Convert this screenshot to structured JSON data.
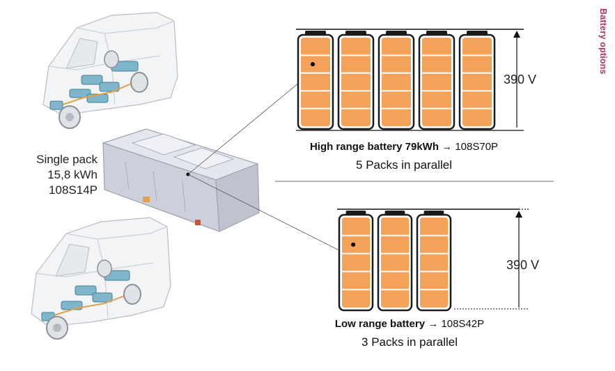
{
  "side_label": "Battery options",
  "single_pack": {
    "line1": "Single pack",
    "line2": "15,8 kWh",
    "line3": "108S14P"
  },
  "high_range": {
    "name": "High range battery 79kWh",
    "arrow": "→",
    "config": "108S70P",
    "packs": "5 Packs in parallel",
    "voltage": "390 V",
    "pack_count": 5
  },
  "low_range": {
    "name": "Low range battery",
    "arrow": "→",
    "config": "108S42P",
    "packs": "3 Packs in parallel",
    "voltage": "390 V",
    "pack_count": 3
  },
  "colors": {
    "cell_fill": "#f4a15a",
    "cell_outline": "#1a1a1a",
    "side_label": "#b0325a"
  },
  "icons": [
    "van-illustration",
    "battery-pack-illustration",
    "battery-module-icon"
  ]
}
